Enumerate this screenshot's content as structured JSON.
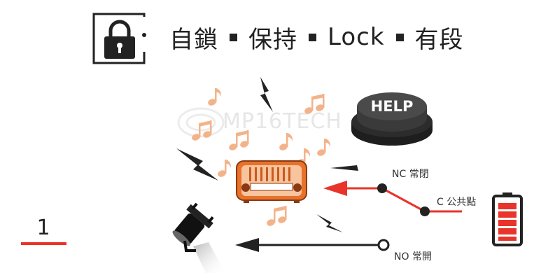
{
  "title": {
    "parts": [
      "自鎖",
      "保持",
      "Lock",
      "有段"
    ]
  },
  "icons": {
    "lock": "lock-icon",
    "radio": "radio-icon",
    "spotlight": "spotlight-icon",
    "battery": "battery-icon",
    "help_button": "help-button-icon",
    "music_note": "music-note-icon",
    "lightning": "lightning-icon"
  },
  "diagram": {
    "help_label": "HELP",
    "watermark": "MP16TECH",
    "nc_label": "NC 常閉",
    "common_label": "C 公共點",
    "no_label": "NO 常開",
    "step_number": "1"
  },
  "colors": {
    "accent_red": "#e8342a",
    "dark": "#222222",
    "note_orange": "#f3b38a",
    "radio_orange": "#e8712b"
  }
}
